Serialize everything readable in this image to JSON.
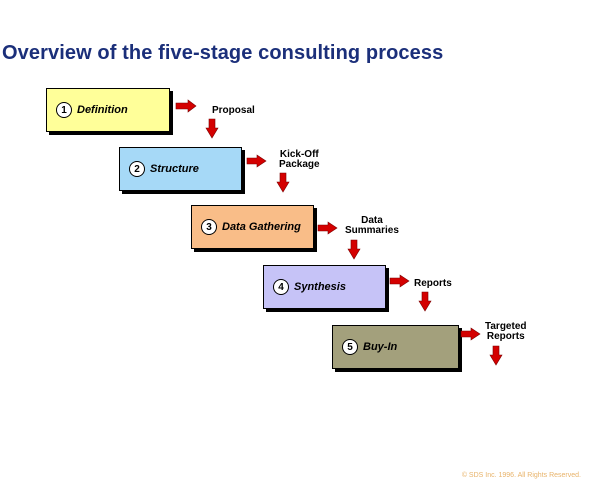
{
  "title": "Overview of the five-stage consulting process",
  "stages": [
    {
      "number": "1",
      "label": "Definition",
      "color": "#ffff99",
      "output": "Proposal"
    },
    {
      "number": "2",
      "label": "Structure",
      "color": "#a6d9f7",
      "output": "Kick-Off\nPackage"
    },
    {
      "number": "3",
      "label": "Data Gathering",
      "color": "#f9bd88",
      "output": "Data\nSummaries"
    },
    {
      "number": "4",
      "label": "Synthesis",
      "color": "#c6c3f7",
      "output": "Reports"
    },
    {
      "number": "5",
      "label": "Buy-In",
      "color": "#a3a07c",
      "output": "Targeted\nReports"
    }
  ],
  "arrow_color": "#d40000",
  "copyright": "© SDS Inc. 1996. All Rights Reserved."
}
